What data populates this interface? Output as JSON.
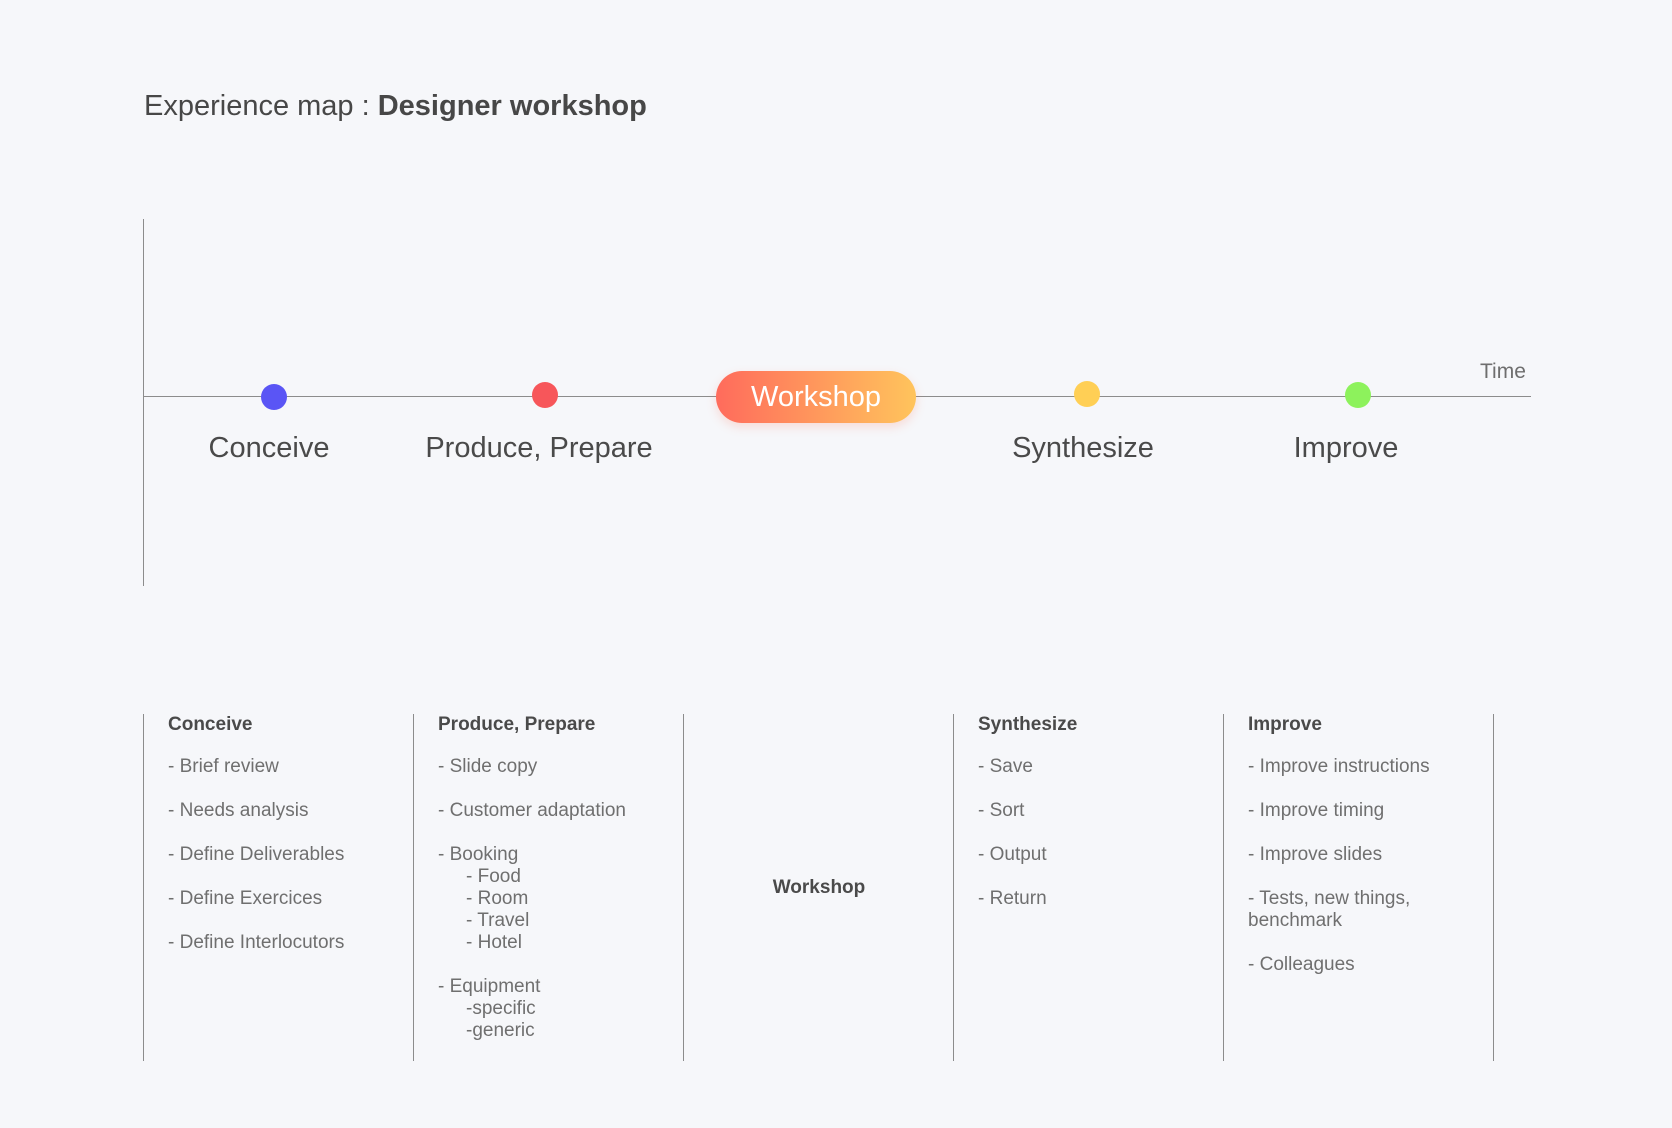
{
  "title": {
    "prefix": "Experience map : ",
    "emphasis": "Designer workshop"
  },
  "timeline": {
    "axis_label": "Time",
    "stages": [
      {
        "label": "Conceive",
        "color": "#5a55f5"
      },
      {
        "label": "Produce, Prepare",
        "color": "#f7565a"
      },
      {
        "label": "Workshop",
        "style": "pill-gradient",
        "colors": [
          "#ff6b5c",
          "#ffc45c"
        ]
      },
      {
        "label": "Synthesize",
        "color": "#ffcf55"
      },
      {
        "label": "Improve",
        "color": "#8df25c"
      }
    ]
  },
  "columns": [
    {
      "title": "Conceive",
      "items": [
        {
          "text": "- Brief review"
        },
        {
          "text": "- Needs analysis"
        },
        {
          "text": "- Define Deliverables"
        },
        {
          "text": "- Define Exercices"
        },
        {
          "text": "- Define Interlocutors"
        }
      ]
    },
    {
      "title": "Produce, Prepare",
      "items": [
        {
          "text": "- Slide copy"
        },
        {
          "text": "- Customer adaptation"
        },
        {
          "text": "- Booking",
          "sub": [
            "- Food",
            "- Room",
            "- Travel",
            "- Hotel"
          ]
        },
        {
          "text": "- Equipment",
          "sub": [
            "-specific",
            "-generic"
          ]
        }
      ]
    },
    {
      "title": "Workshop",
      "items": []
    },
    {
      "title": "Synthesize",
      "items": [
        {
          "text": "- Save"
        },
        {
          "text": "- Sort"
        },
        {
          "text": "- Output"
        },
        {
          "text": "- Return"
        }
      ]
    },
    {
      "title": "Improve",
      "items": [
        {
          "text": "- Improve instructions"
        },
        {
          "text": "- Improve timing"
        },
        {
          "text": "- Improve slides"
        },
        {
          "text": "- Tests, new things, benchmark"
        },
        {
          "text": "- Colleagues"
        }
      ]
    }
  ]
}
